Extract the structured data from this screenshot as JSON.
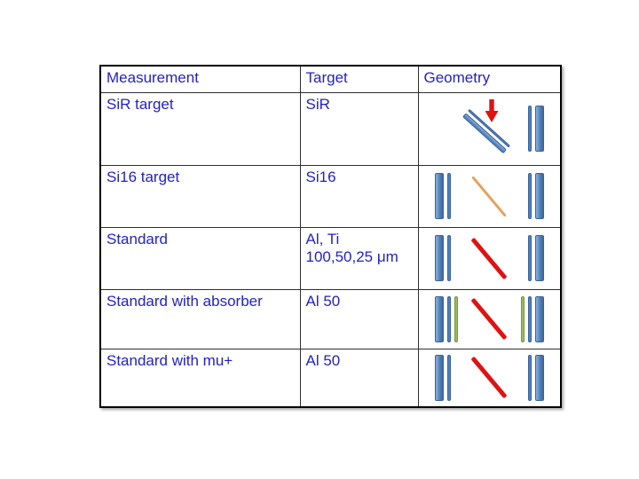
{
  "slide": {
    "background": "#ffffff"
  },
  "colors": {
    "text": "#2222c8",
    "grid_border": "#000000",
    "bar_blue": "#4f81bd",
    "bar_green": "#9bbb59",
    "beam_red": "#e01212",
    "beam_orange": "#e2a45c",
    "arrow_red": "#e01212"
  },
  "table": {
    "headers": {
      "measurement": "Measurement",
      "target": "Target",
      "geometry": "Geometry"
    },
    "rows": [
      {
        "measurement": "SiR target",
        "target_line1": "SiR",
        "target_line2": "",
        "geometry": {
          "kind": "tilted-target",
          "tilted_strips": [
            "thin",
            "thick"
          ],
          "arrow": "red-down",
          "right_bars": [
            "blue-thin",
            "blue-thick"
          ]
        }
      },
      {
        "measurement": "Si16 target",
        "target_line1": "Si16",
        "target_line2": "",
        "geometry": {
          "kind": "bars-beam",
          "left_bars": [
            "blue-thick",
            "blue-thin"
          ],
          "beam": "orange",
          "right_bars": [
            "blue-thin",
            "blue-thick"
          ]
        }
      },
      {
        "measurement": "Standard",
        "target_line1": "Al, Ti",
        "target_line2": "100,50,25 μm",
        "geometry": {
          "kind": "bars-beam",
          "left_bars": [
            "blue-thick",
            "blue-thin"
          ],
          "beam": "red",
          "right_bars": [
            "blue-thin",
            "blue-thick"
          ]
        }
      },
      {
        "measurement": "Standard with absorber",
        "target_line1": "Al 50",
        "target_line2": "",
        "geometry": {
          "kind": "bars-beam",
          "left_bars": [
            "blue-thick",
            "blue-thin",
            "green-thin"
          ],
          "beam": "red",
          "right_bars": [
            "green-thin",
            "blue-thin",
            "blue-thick"
          ]
        }
      },
      {
        "measurement": "Standard with mu+",
        "target_line1": "Al 50",
        "target_line2": "",
        "geometry": {
          "kind": "bars-beam",
          "left_bars": [
            "blue-thick",
            "blue-thin"
          ],
          "beam": "red",
          "right_bars": [
            "blue-thin",
            "blue-thick"
          ]
        }
      }
    ]
  }
}
